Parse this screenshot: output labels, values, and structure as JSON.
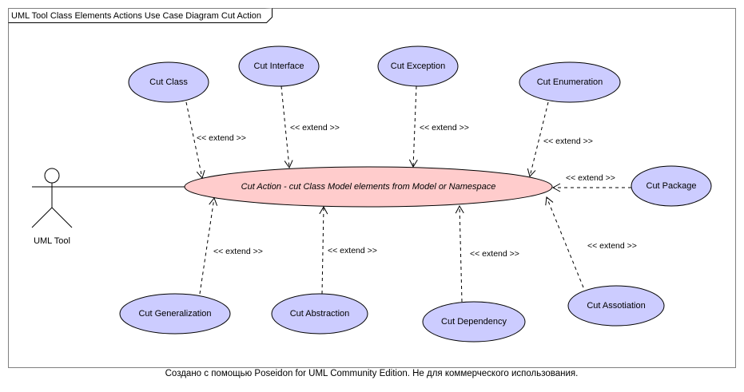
{
  "diagram": {
    "title": "UML Tool Class Elements Actions Use Case Diagram Cut Action",
    "footer": "Создано с помощью Poseidon for UML Community Edition. Не для коммерческого использования.",
    "actor": {
      "name": "UML Tool"
    },
    "main_use_case": {
      "label": "Cut Action - cut Class Model elements from Model or Namespace"
    },
    "use_cases": [
      {
        "id": "cut-class",
        "label": "Cut Class"
      },
      {
        "id": "cut-interface",
        "label": "Cut Interface"
      },
      {
        "id": "cut-exception",
        "label": "Cut Exception"
      },
      {
        "id": "cut-enumeration",
        "label": "Cut Enumeration"
      },
      {
        "id": "cut-package",
        "label": "Cut Package"
      },
      {
        "id": "cut-generalization",
        "label": "Cut Generalization"
      },
      {
        "id": "cut-abstraction",
        "label": "Cut Abstraction"
      },
      {
        "id": "cut-dependency",
        "label": "Cut Dependency"
      },
      {
        "id": "cut-assotiation",
        "label": "Cut Assotiation"
      }
    ],
    "extend_label": "<< extend >>",
    "colors": {
      "use_case_fill": "#ccccff",
      "main_use_case_fill": "#ffcccc",
      "stroke": "#000000"
    }
  }
}
